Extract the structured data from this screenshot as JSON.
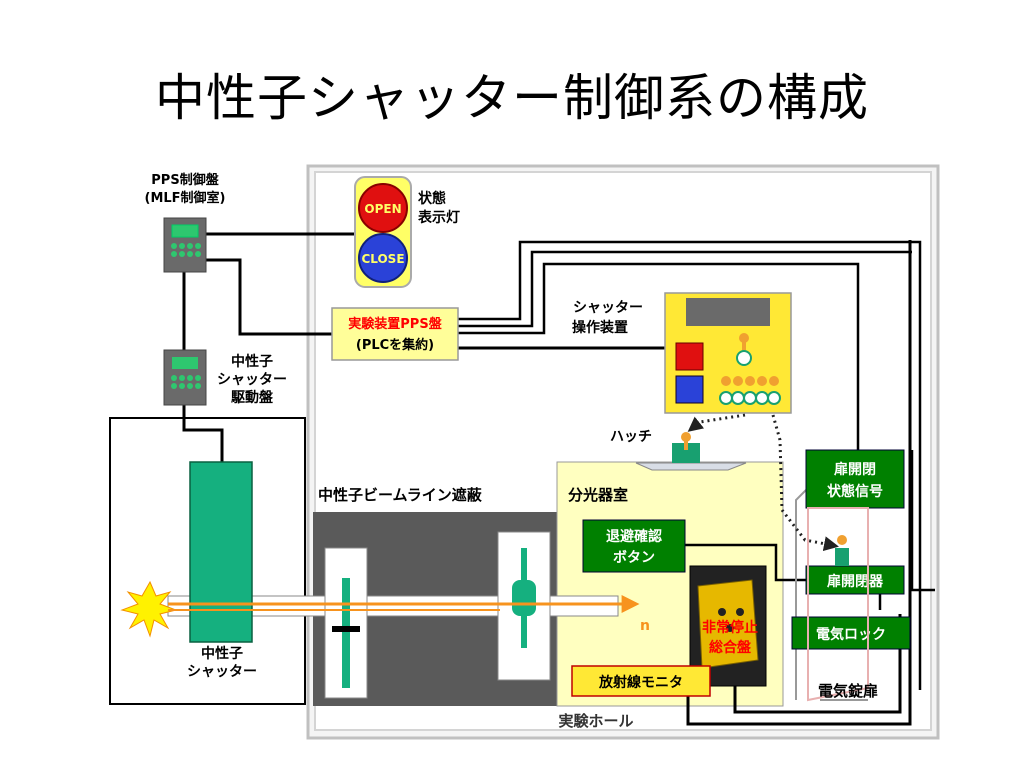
{
  "title": "中性子シャッター制御系の構成",
  "labels": {
    "pps_panel": [
      "PPS制御盤",
      "(MLF制御室)"
    ],
    "status_lamp": [
      "状態",
      "表示灯"
    ],
    "lamp_open": "OPEN",
    "lamp_close": "CLOSE",
    "exp_pps": [
      "実験装置PPS盤",
      "(PLCを集約)"
    ],
    "shutter_op": [
      "シャッター",
      "操作装置"
    ],
    "drive_panel": [
      "中性子",
      "シャッター",
      "駆動盤"
    ],
    "hatch": "ハッチ",
    "beamline_shield": "中性子ビームライン遮蔽",
    "spectrometer_room": "分光器室",
    "door_status": [
      "扉開閉",
      "状態信号"
    ],
    "evac_button": [
      "退避確認",
      "ボタン"
    ],
    "door_switch": "扉開閉器",
    "electric_lock": "電気ロック",
    "emergency": [
      "非常停止",
      "総合盤"
    ],
    "neutron_symbol": "n",
    "shutter": [
      "中性子",
      "シャッター"
    ],
    "radiation_monitor": "放射線モニタ",
    "electric_door": "電気錠扉",
    "exp_hall": "実験ホール"
  },
  "colors": {
    "panel_yellow": "#fffe99",
    "green_box": "#008000",
    "teal": "#15b07f",
    "red_text": "#ff0000",
    "hall_border": "#c0c0c0",
    "shield_gray": "#5a5a5a"
  }
}
